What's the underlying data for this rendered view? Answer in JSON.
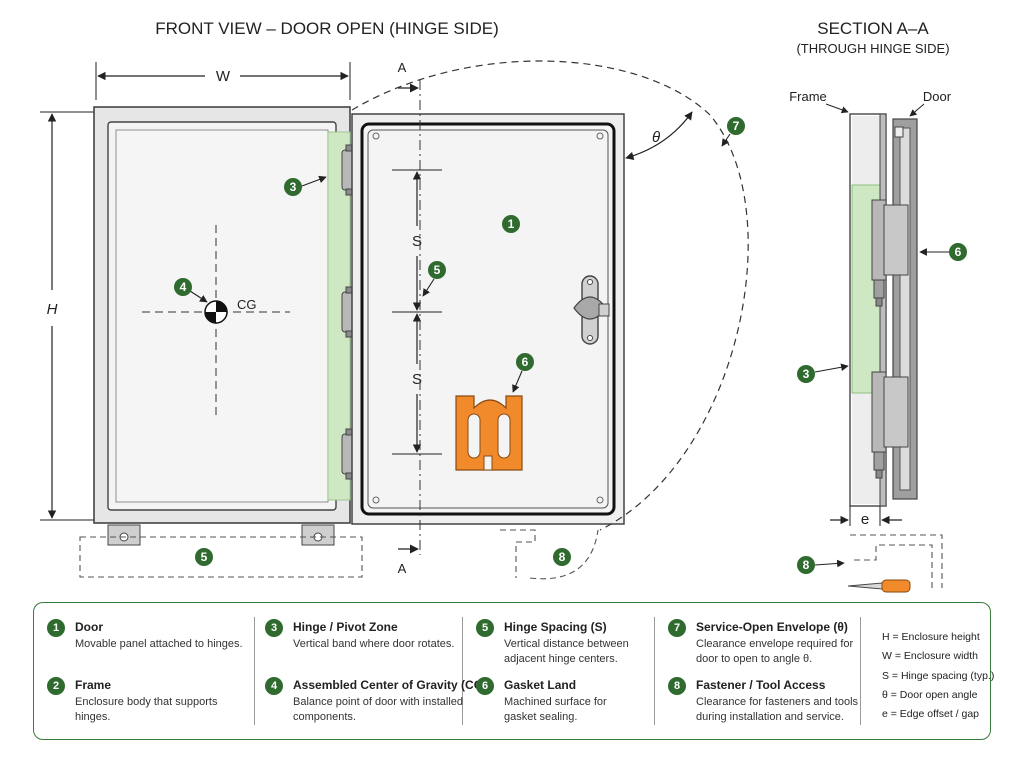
{
  "front_view": {
    "title": "FRONT VIEW – DOOR OPEN (HINGE SIDE)",
    "dim_w": "W",
    "dim_h": "H",
    "dim_s_upper": "S",
    "dim_s_lower": "S",
    "cg_label": "CG",
    "section_marker_top": "A",
    "section_marker_bottom": "A",
    "angle_label": "θ"
  },
  "section_view": {
    "title": "SECTION A–A",
    "subtitle": "(THROUGH HINGE SIDE)",
    "frame_label": "Frame",
    "door_label": "Door",
    "dim_e": "e"
  },
  "callouts": {
    "c1": "1",
    "c3": "3",
    "c4": "4",
    "c5": "5",
    "c5b": "5",
    "c6": "6",
    "c7": "7",
    "c8": "8",
    "s3": "3",
    "s6": "6",
    "s8": "8"
  },
  "legend": {
    "items": [
      {
        "num": "1",
        "title": "Door",
        "desc": "Movable panel attached to hinges."
      },
      {
        "num": "2",
        "title": "Frame",
        "desc": "Enclosure body that supports hinges."
      },
      {
        "num": "3",
        "title": "Hinge / Pivot Zone",
        "desc": "Vertical band where door rotates."
      },
      {
        "num": "4",
        "title": "Assembled Center of Gravity (CG)",
        "desc": "Balance point of door with installed components."
      },
      {
        "num": "5",
        "title": "Hinge Spacing (S)",
        "desc": "Vertical distance between adjacent hinge centers."
      },
      {
        "num": "6",
        "title": "Gasket Land",
        "desc": "Machined surface for gasket sealing."
      },
      {
        "num": "7",
        "title": "Service-Open Envelope (θ)",
        "desc": "Clearance envelope required for door to open to angle θ."
      },
      {
        "num": "8",
        "title": "Fastener / Tool Access",
        "desc": "Clearance for fasteners and tools during installation and service."
      }
    ],
    "symbols": [
      "H = Enclosure height",
      "W = Enclosure width",
      "S = Hinge spacing (typ.)",
      "θ = Door open angle",
      "e = Edge offset / gap"
    ]
  },
  "colors": {
    "callout_green": "#2f6a2f",
    "hinge_zone_green": "#cfe8c4",
    "gasket_orange": "#f08a2a",
    "steel_gray": "#9a9a9a"
  }
}
